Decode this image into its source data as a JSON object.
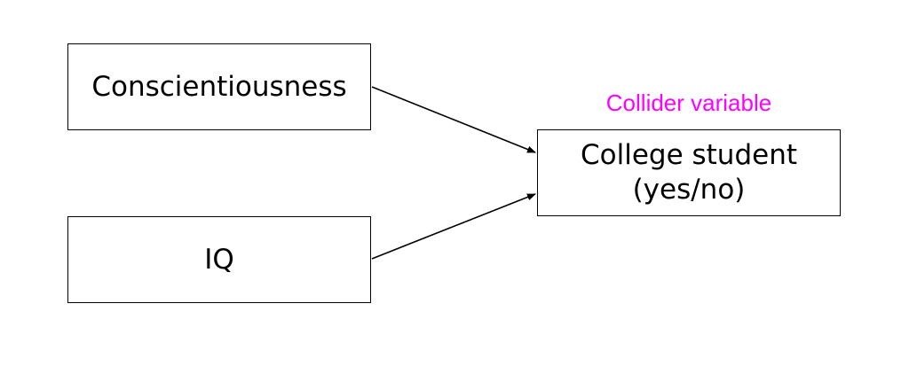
{
  "diagram": {
    "nodes": [
      {
        "id": "conscientiousness",
        "label": "Conscientiousness"
      },
      {
        "id": "iq",
        "label": "IQ"
      },
      {
        "id": "college",
        "label_lines": [
          "College student",
          "(yes/no)"
        ]
      }
    ],
    "edges": [
      {
        "from": "conscientiousness",
        "to": "college"
      },
      {
        "from": "iq",
        "to": "college"
      }
    ],
    "annotation": {
      "text": "Collider variable",
      "target": "college",
      "color": "#ff00ff"
    },
    "colors": {
      "stroke": "#000000",
      "text": "#000000"
    }
  }
}
